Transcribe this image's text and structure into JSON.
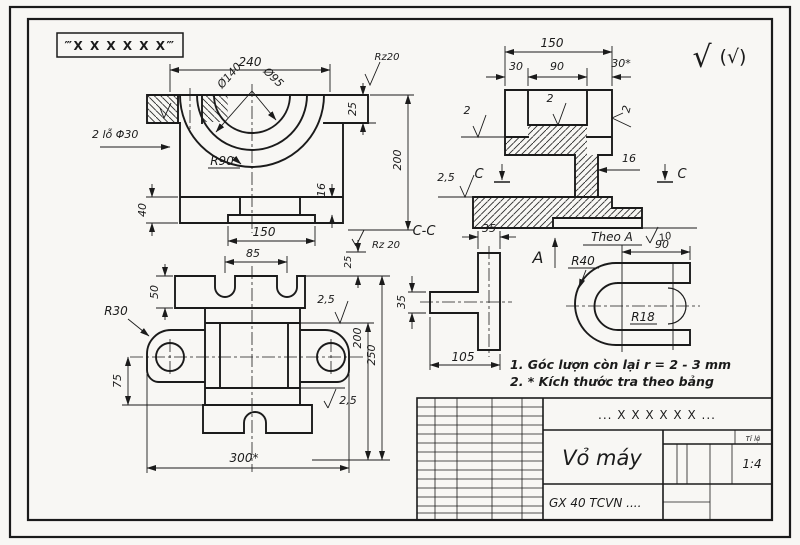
{
  "colors": {
    "ink": "#1b1b1b",
    "paper": "#f8f7f4"
  },
  "stamp": {
    "text": "‴X X X X X X‴"
  },
  "surface_note": {
    "main": "√",
    "secondary": "(√)"
  },
  "front_view": {
    "dim_240": "240",
    "rz20_top": "Rz20",
    "dia_140": "Ø140",
    "dia_95": "Ø95",
    "r90": "R90",
    "holes": "2 lỗ Φ30",
    "dim_40": "40",
    "dim_16": "16",
    "dim_25": "25",
    "dim_200": "200",
    "dim_150": "150",
    "rz20_bottom": "Rz 20"
  },
  "side_view": {
    "dim_150": "150",
    "dim_30_left": "30",
    "dim_90": "90",
    "dim_30_right": "30*",
    "rough_top": "2",
    "rough_left": "2",
    "rough_right": "2",
    "rough_25": "2,5",
    "dim_16": "16",
    "rough_10": "10",
    "section_left": "C",
    "section_right": "C"
  },
  "section_cc": {
    "title": "C-C",
    "dim_35_top": "35",
    "dim_35_left": "35",
    "dim_105": "105"
  },
  "detail_a": {
    "arrow_label": "A",
    "title": "Theo A",
    "r40": "R40",
    "dim_90": "90",
    "r18": "R18"
  },
  "plan_view": {
    "dim_85": "85",
    "dim_50": "50",
    "r30": "R30",
    "dim_75": "75",
    "dim_300": "300*",
    "rough_top": "2,5",
    "dim_25": "25",
    "dim_200": "200",
    "dim_250": "250",
    "rough_bottom": "2,5"
  },
  "notes": {
    "line1": "1. Góc lượn còn lại r = 2 - 3 mm",
    "line2": "2. * Kích thước tra theo bảng"
  },
  "title_block": {
    "header": "... X X X X X X ...",
    "part_name": "Vỏ máy",
    "material": "GX 40 TCVN ....",
    "scale_label": "Tỉ lệ",
    "scale_value": "1:4"
  }
}
